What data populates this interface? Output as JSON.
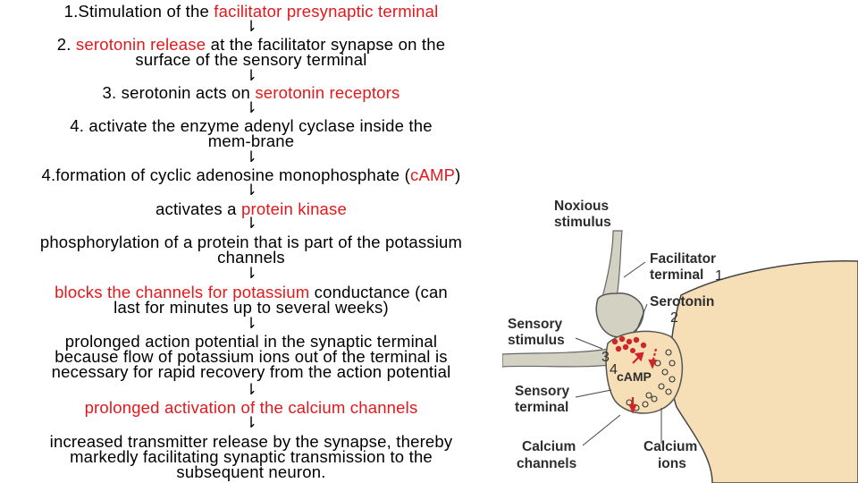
{
  "flow": {
    "arrow_glyph": "⇂",
    "steps": [
      {
        "t1": "1.Stimulation of the ",
        "r1": "facilitator presynaptic terminal",
        "t2": ""
      },
      {
        "t1": "2. ",
        "r1": "serotonin release",
        "t2": " at the facilitator synapse on the",
        "line2": "surface of the sensory terminal"
      },
      {
        "t1": "3. serotonin acts on ",
        "r1": "serotonin receptors",
        "t2": ""
      },
      {
        "t1": "4. activate the enzyme adenyl cyclase inside the",
        "line2": "mem-brane"
      },
      {
        "t1": "4.formation of cyclic adenosine monophosphate (",
        "r1": "cAMP",
        "t2": ")"
      },
      {
        "t1": "activates a ",
        "r1": "protein kinase",
        "t2": ""
      },
      {
        "t1": "phosphorylation of a protein that is part of the potassium",
        "line2": "channels"
      },
      {
        "r1": "blocks the channels for potassium",
        "t2": " conductance (can",
        "line2": "last for minutes up to several weeks)"
      },
      {
        "t1": "prolonged action potential in the synaptic terminal",
        "line2": "because flow of potassium ions out of the terminal is",
        "line3": "necessary for rapid recovery from the action potential"
      },
      {
        "r1": "prolonged activation of the calcium channels"
      },
      {
        "t1": "increased transmitter release by the synapse, thereby",
        "line2": "markedly facilitating synaptic transmission to the",
        "line3": "subsequent neuron."
      }
    ]
  },
  "figure": {
    "noxious_1": "Noxious",
    "noxious_2": "stimulus",
    "facilitator_1": "Facilitator",
    "facilitator_2": "terminal",
    "num_1": "1",
    "serotonin": "Serotonin",
    "num_2": "2",
    "sensory_stim_1": "Sensory",
    "sensory_stim_2": "stimulus",
    "num_3": "3",
    "num_4": "4",
    "camp": "cAMP",
    "sensory_term_1": "Sensory",
    "sensory_term_2": "terminal",
    "calcium_ch_1": "Calcium",
    "calcium_ch_2": "channels",
    "calcium_ions_1": "Calcium",
    "calcium_ions_2": "ions",
    "colors": {
      "red_text": "#e4171b",
      "tan": "#f6dfb6",
      "stalk": "#d3d2c2"
    }
  }
}
